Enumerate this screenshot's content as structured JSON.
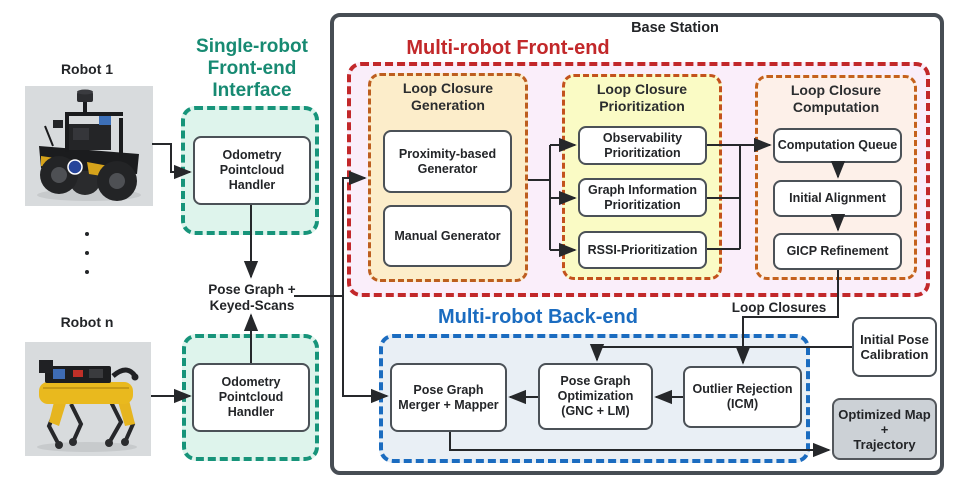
{
  "robots": {
    "robot1_label": "Robot 1",
    "robotn_label": "Robot n"
  },
  "single_robot_frontend": {
    "title": "Single-robot\nFront-end\nInterface",
    "handler_top": "Odometry\nPointcloud\nHandler",
    "handler_bottom": "Odometry\nPointcloud\nHandler"
  },
  "links": {
    "pose_graph": "Pose Graph +\nKeyed-Scans",
    "loop_closures": "Loop Closures"
  },
  "base_station": {
    "title": "Base Station",
    "front_end": {
      "title": "Multi-robot Front-end",
      "generation": {
        "title": "Loop Closure\nGeneration",
        "proximity": "Proximity-based\nGenerator",
        "manual": "Manual Generator"
      },
      "prioritization": {
        "title": "Loop Closure\nPrioritization",
        "observability": "Observability\nPrioritization",
        "graph_information": "Graph Information\nPrioritization",
        "rssi": "RSSI-Prioritization"
      },
      "computation": {
        "title": "Loop Closure\nComputation",
        "queue": "Computation Queue",
        "initial_alignment": "Initial Alignment",
        "gicp": "GICP Refinement"
      }
    },
    "back_end": {
      "title": "Multi-robot Back-end",
      "merger": "Pose Graph\nMerger + Mapper",
      "optimization": "Pose Graph\nOptimization\n(GNC + LM)",
      "outlier_rejection": "Outlier Rejection\n(ICM)"
    },
    "initial_pose_calibration": "Initial Pose\nCalibration",
    "optimized_output": "Optimized Map +\nTrajectory"
  },
  "colors": {
    "single_robot_accent": "#178a72",
    "single_robot_bg": "#def4ec",
    "front_end_accent": "#c2282a",
    "front_end_bg": "#faeefa",
    "generation_border": "#bd5e1f",
    "generation_bg": "#fcedca",
    "prioritization_border": "#c3521c",
    "prioritization_bg": "#fafbc5",
    "computation_border": "#c5621d",
    "computation_bg": "#fdf0e9",
    "back_end_accent": "#1b6cc0",
    "back_end_bg": "#e9eff5",
    "base_station_border": "#474d54",
    "node_border": "#4b5157",
    "output_bg": "#ccd1d6",
    "connector": "#26282b"
  }
}
